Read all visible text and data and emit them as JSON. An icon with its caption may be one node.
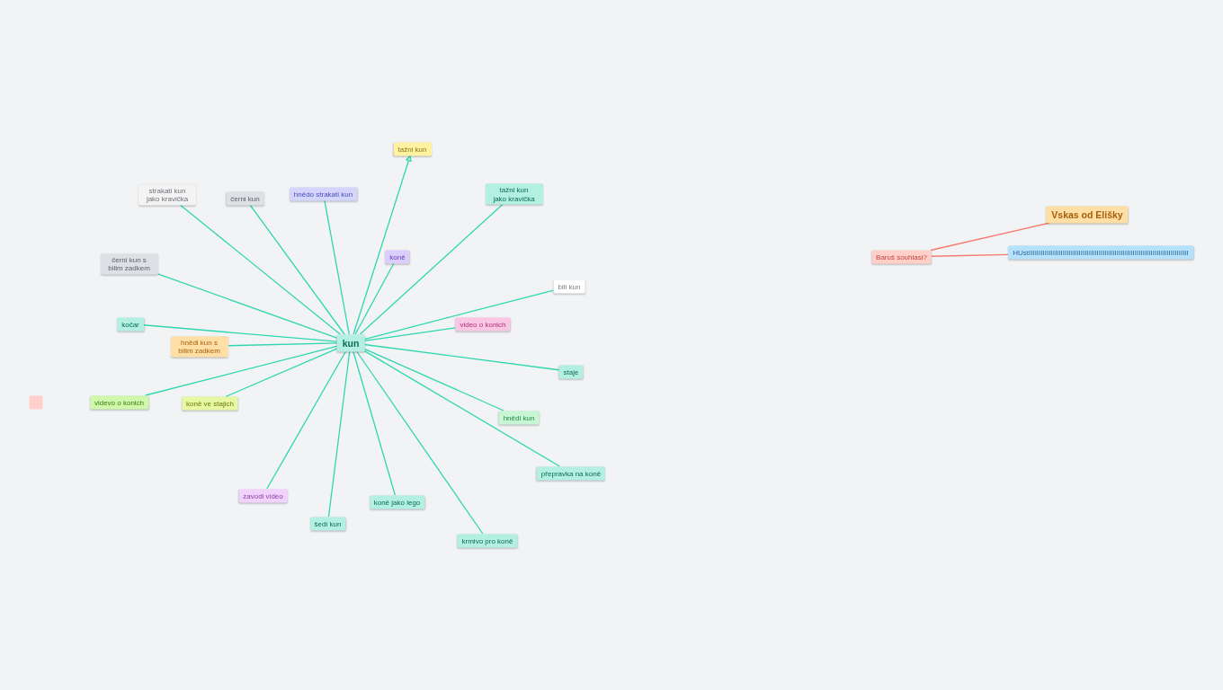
{
  "diagram": {
    "nodes": [
      {
        "text": [
          "kun"
        ]
      },
      {
        "text": [
          "tažni kun"
        ]
      },
      {
        "text": [
          "strakati kun jako kravička"
        ]
      },
      {
        "text": [
          "černi kun"
        ]
      },
      {
        "text": [
          "hnědo strakati kun"
        ]
      },
      {
        "text": [
          "tažni kun jako kravička"
        ]
      },
      {
        "text": [
          "koně"
        ]
      },
      {
        "text": [
          "černi kun s bilim zadkem"
        ]
      },
      {
        "text": [
          "bili kun"
        ]
      },
      {
        "text": [
          "kočar"
        ]
      },
      {
        "text": [
          "video o konich"
        ]
      },
      {
        "text": [
          "hnědi kun s bilim zadkem"
        ]
      },
      {
        "text": [
          "staje"
        ]
      },
      {
        "text": [],
        "shape": "box"
      },
      {
        "text": [
          "videvo o konich"
        ]
      },
      {
        "text": [
          "koně ve stajich"
        ]
      },
      {
        "text": [
          "hnědi kun"
        ]
      },
      {
        "text": [
          "přepravka na koně"
        ]
      },
      {
        "text": [
          "zavodi video"
        ]
      },
      {
        "text": [
          "koně jako lego"
        ]
      },
      {
        "text": [
          "šedi kun"
        ]
      },
      {
        "text": [
          "krmivo pro koně"
        ]
      },
      {
        "text": [
          "Vskas od Elišky"
        ]
      },
      {
        "text": [
          "Baruš souhlasi?"
        ]
      },
      {
        "text": [
          "HUstIIIIIIIIIIIIIIIIIIIIIIIIIIIIIIIIIIIIIIIIIIIIIIIIIIIIIIIIIIIIIIIIIIIIIIIIIIIIIIII"
        ]
      }
    ],
    "edges": [
      {
        "from": 0,
        "to": 1,
        "arrow": "to"
      },
      {
        "from": 0,
        "to": 2,
        "arrow": "none"
      },
      {
        "from": 0,
        "to": 3,
        "arrow": "none"
      },
      {
        "from": 0,
        "to": 4,
        "arrow": "none"
      },
      {
        "from": 0,
        "to": 5,
        "arrow": "none"
      },
      {
        "from": 0,
        "to": 6,
        "arrow": "none"
      },
      {
        "from": 0,
        "to": 7,
        "arrow": "none"
      },
      {
        "from": 0,
        "to": 8,
        "arrow": "none"
      },
      {
        "from": 0,
        "to": 9,
        "arrow": "none"
      },
      {
        "from": 0,
        "to": 10,
        "arrow": "none"
      },
      {
        "from": 0,
        "to": 11,
        "arrow": "none"
      },
      {
        "from": 0,
        "to": 12,
        "arrow": "none"
      },
      {
        "from": 0,
        "to": 14,
        "arrow": "none"
      },
      {
        "from": 0,
        "to": 15,
        "arrow": "none"
      },
      {
        "from": 0,
        "to": 16,
        "arrow": "none"
      },
      {
        "from": 0,
        "to": 17,
        "arrow": "none"
      },
      {
        "from": 0,
        "to": 18,
        "arrow": "none"
      },
      {
        "from": 0,
        "to": 19,
        "arrow": "none"
      },
      {
        "from": 0,
        "to": 20,
        "arrow": "none"
      },
      {
        "from": 0,
        "to": 21,
        "arrow": "none"
      },
      {
        "from": 22,
        "to": 23,
        "arrow": "none",
        "color": "#f77a6c"
      },
      {
        "from": 23,
        "to": 24,
        "arrow": "none",
        "color": "#f77a6c"
      }
    ]
  }
}
